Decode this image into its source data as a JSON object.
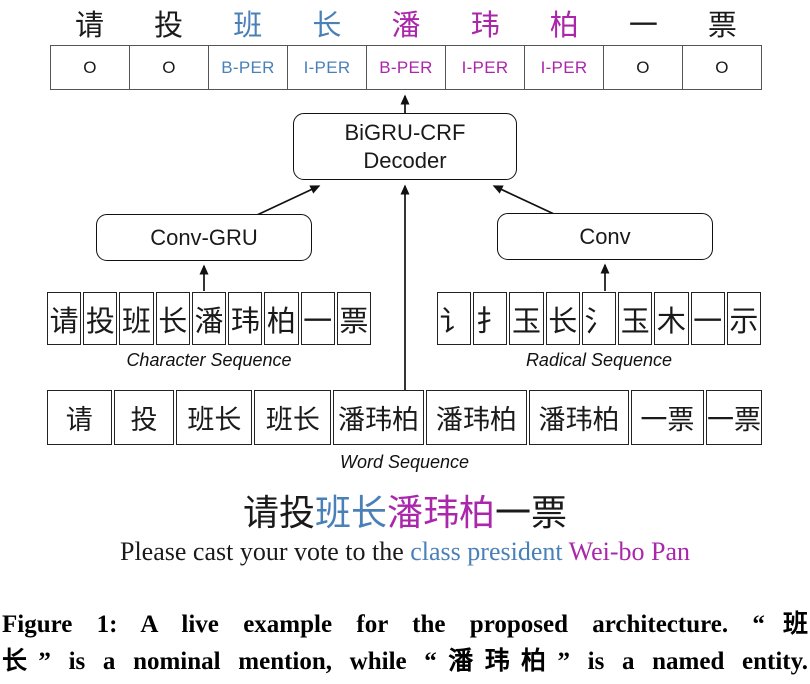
{
  "colors": {
    "black": "#1a1a1a",
    "blue": "#4A80B8",
    "magenta": "#AA26AA"
  },
  "top_chars": [
    {
      "text": "请",
      "color": "black"
    },
    {
      "text": "投",
      "color": "black"
    },
    {
      "text": "班",
      "color": "blue"
    },
    {
      "text": "长",
      "color": "blue"
    },
    {
      "text": "潘",
      "color": "magenta"
    },
    {
      "text": "玮",
      "color": "magenta"
    },
    {
      "text": "柏",
      "color": "magenta"
    },
    {
      "text": "一",
      "color": "black"
    },
    {
      "text": "票",
      "color": "black"
    }
  ],
  "tags": [
    {
      "text": "O",
      "color": "black"
    },
    {
      "text": "O",
      "color": "black"
    },
    {
      "text": "B-PER",
      "color": "blue"
    },
    {
      "text": "I-PER",
      "color": "blue"
    },
    {
      "text": "B-PER",
      "color": "magenta"
    },
    {
      "text": "I-PER",
      "color": "magenta"
    },
    {
      "text": "I-PER",
      "color": "magenta"
    },
    {
      "text": "O",
      "color": "black"
    },
    {
      "text": "O",
      "color": "black"
    }
  ],
  "decoder": {
    "line1": "BiGRU-CRF",
    "line2": "Decoder"
  },
  "conv_gru": {
    "label": "Conv-GRU"
  },
  "conv": {
    "label": "Conv"
  },
  "char_seq": {
    "cells": [
      "请",
      "投",
      "班",
      "长",
      "潘",
      "玮",
      "柏",
      "一",
      "票"
    ],
    "label": "Character Sequence"
  },
  "radical_seq": {
    "cells": [
      "讠",
      "扌",
      "玉",
      "长",
      "氵",
      "玉",
      "木",
      "一",
      "示"
    ],
    "label": "Radical Sequence"
  },
  "word_seq": {
    "cells": [
      "请",
      "投",
      "班长",
      "班长",
      "潘玮柏",
      "潘玮柏",
      "潘玮柏",
      "一票",
      "一票"
    ],
    "label": "Word Sequence"
  },
  "sentence_zh": [
    {
      "text": "请投",
      "color": "black"
    },
    {
      "text": "班长",
      "color": "blue"
    },
    {
      "text": "潘玮柏",
      "color": "magenta"
    },
    {
      "text": "一票",
      "color": "black"
    }
  ],
  "sentence_en": [
    {
      "text": "Please cast your vote to the ",
      "color": "black"
    },
    {
      "text": "class president ",
      "color": "blue"
    },
    {
      "text": "Wei-bo Pan",
      "color": "magenta"
    }
  ],
  "caption": {
    "line1": "Figure 1: A live example for the proposed architecture. “班",
    "line2": "长” is a nominal mention, while “潘玮柏” is a named entity."
  }
}
